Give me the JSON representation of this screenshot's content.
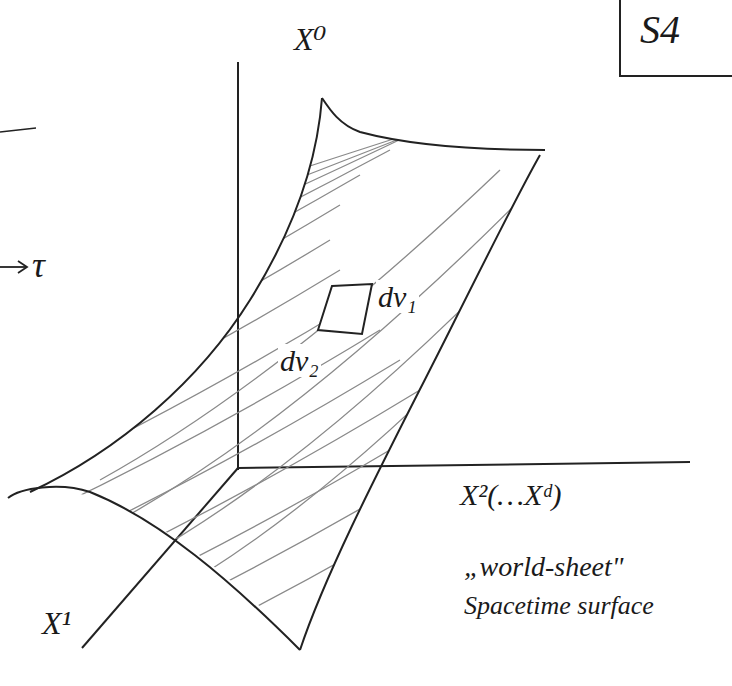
{
  "diagram": {
    "labels": [
      "X⁰",
      "S4",
      "τ",
      "dv₁",
      "dv₂",
      "X¹",
      "X²(…Xᵈ)",
      "„world-sheet\"",
      "Spacetime surface"
    ]
  }
}
